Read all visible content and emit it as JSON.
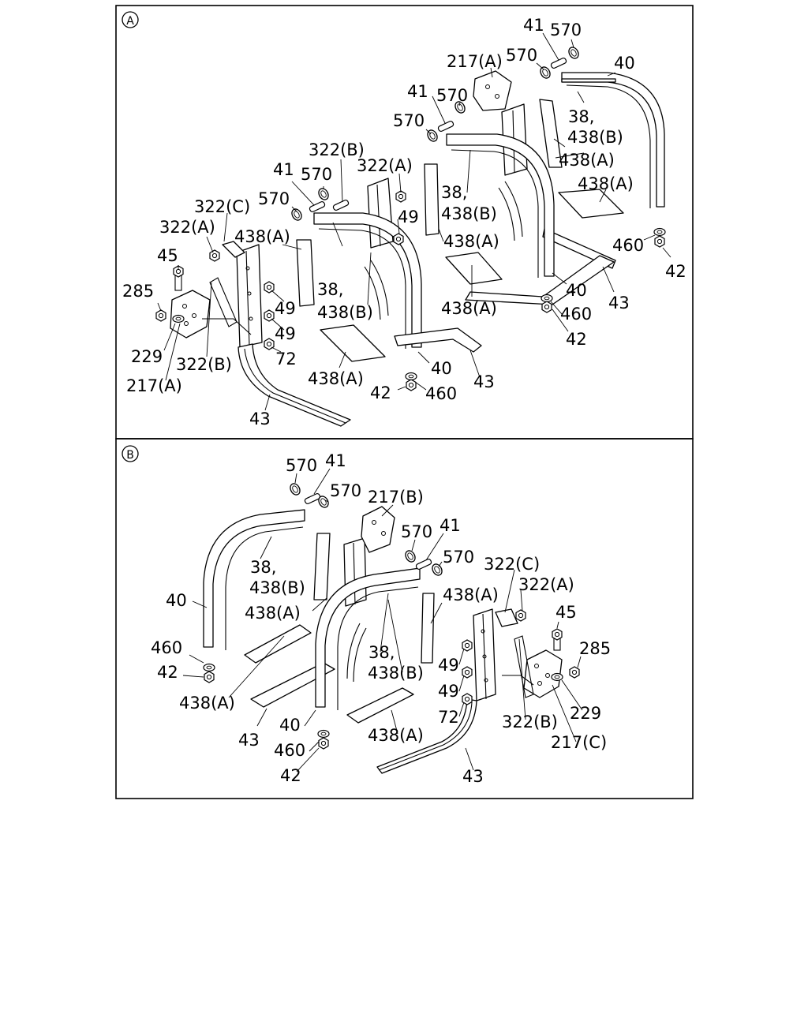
{
  "sections": [
    {
      "id": "A",
      "callouts": [
        {
          "text": "41"
        },
        {
          "text": "570"
        },
        {
          "text": "217(A)"
        },
        {
          "text": "570"
        },
        {
          "text": "40"
        },
        {
          "text": "41"
        },
        {
          "text": "570"
        },
        {
          "text": "570"
        },
        {
          "text": "38,"
        },
        {
          "text": "438(B)"
        },
        {
          "text": "438(A)"
        },
        {
          "text": "322(B)"
        },
        {
          "text": "322(A)"
        },
        {
          "text": "41"
        },
        {
          "text": "570"
        },
        {
          "text": "438(A)"
        },
        {
          "text": "38,"
        },
        {
          "text": "438(B)"
        },
        {
          "text": "570"
        },
        {
          "text": "49"
        },
        {
          "text": "322(C)"
        },
        {
          "text": "438(A)"
        },
        {
          "text": "460"
        },
        {
          "text": "322(A)"
        },
        {
          "text": "438(A)"
        },
        {
          "text": "42"
        },
        {
          "text": "45"
        },
        {
          "text": "40"
        },
        {
          "text": "285"
        },
        {
          "text": "38,"
        },
        {
          "text": "438(A)"
        },
        {
          "text": "43"
        },
        {
          "text": "49"
        },
        {
          "text": "438(B)"
        },
        {
          "text": "460"
        },
        {
          "text": "49"
        },
        {
          "text": "42"
        },
        {
          "text": "229"
        },
        {
          "text": "72"
        },
        {
          "text": "40"
        },
        {
          "text": "322(B)"
        },
        {
          "text": "438(A)"
        },
        {
          "text": "43"
        },
        {
          "text": "217(A)"
        },
        {
          "text": "42"
        },
        {
          "text": "460"
        },
        {
          "text": "43"
        }
      ]
    },
    {
      "id": "B",
      "callouts": [
        {
          "text": "570"
        },
        {
          "text": "41"
        },
        {
          "text": "570"
        },
        {
          "text": "217(B)"
        },
        {
          "text": "570"
        },
        {
          "text": "41"
        },
        {
          "text": "570"
        },
        {
          "text": "322(C)"
        },
        {
          "text": "38,"
        },
        {
          "text": "438(B)"
        },
        {
          "text": "322(A)"
        },
        {
          "text": "438(A)"
        },
        {
          "text": "40"
        },
        {
          "text": "45"
        },
        {
          "text": "438(A)"
        },
        {
          "text": "285"
        },
        {
          "text": "38,"
        },
        {
          "text": "460"
        },
        {
          "text": "49"
        },
        {
          "text": "438(B)"
        },
        {
          "text": "42"
        },
        {
          "text": "49"
        },
        {
          "text": "229"
        },
        {
          "text": "438(A)"
        },
        {
          "text": "72"
        },
        {
          "text": "322(B)"
        },
        {
          "text": "43"
        },
        {
          "text": "40"
        },
        {
          "text": "217(C)"
        },
        {
          "text": "460"
        },
        {
          "text": "438(A)"
        },
        {
          "text": "42"
        },
        {
          "text": "43"
        }
      ]
    }
  ]
}
